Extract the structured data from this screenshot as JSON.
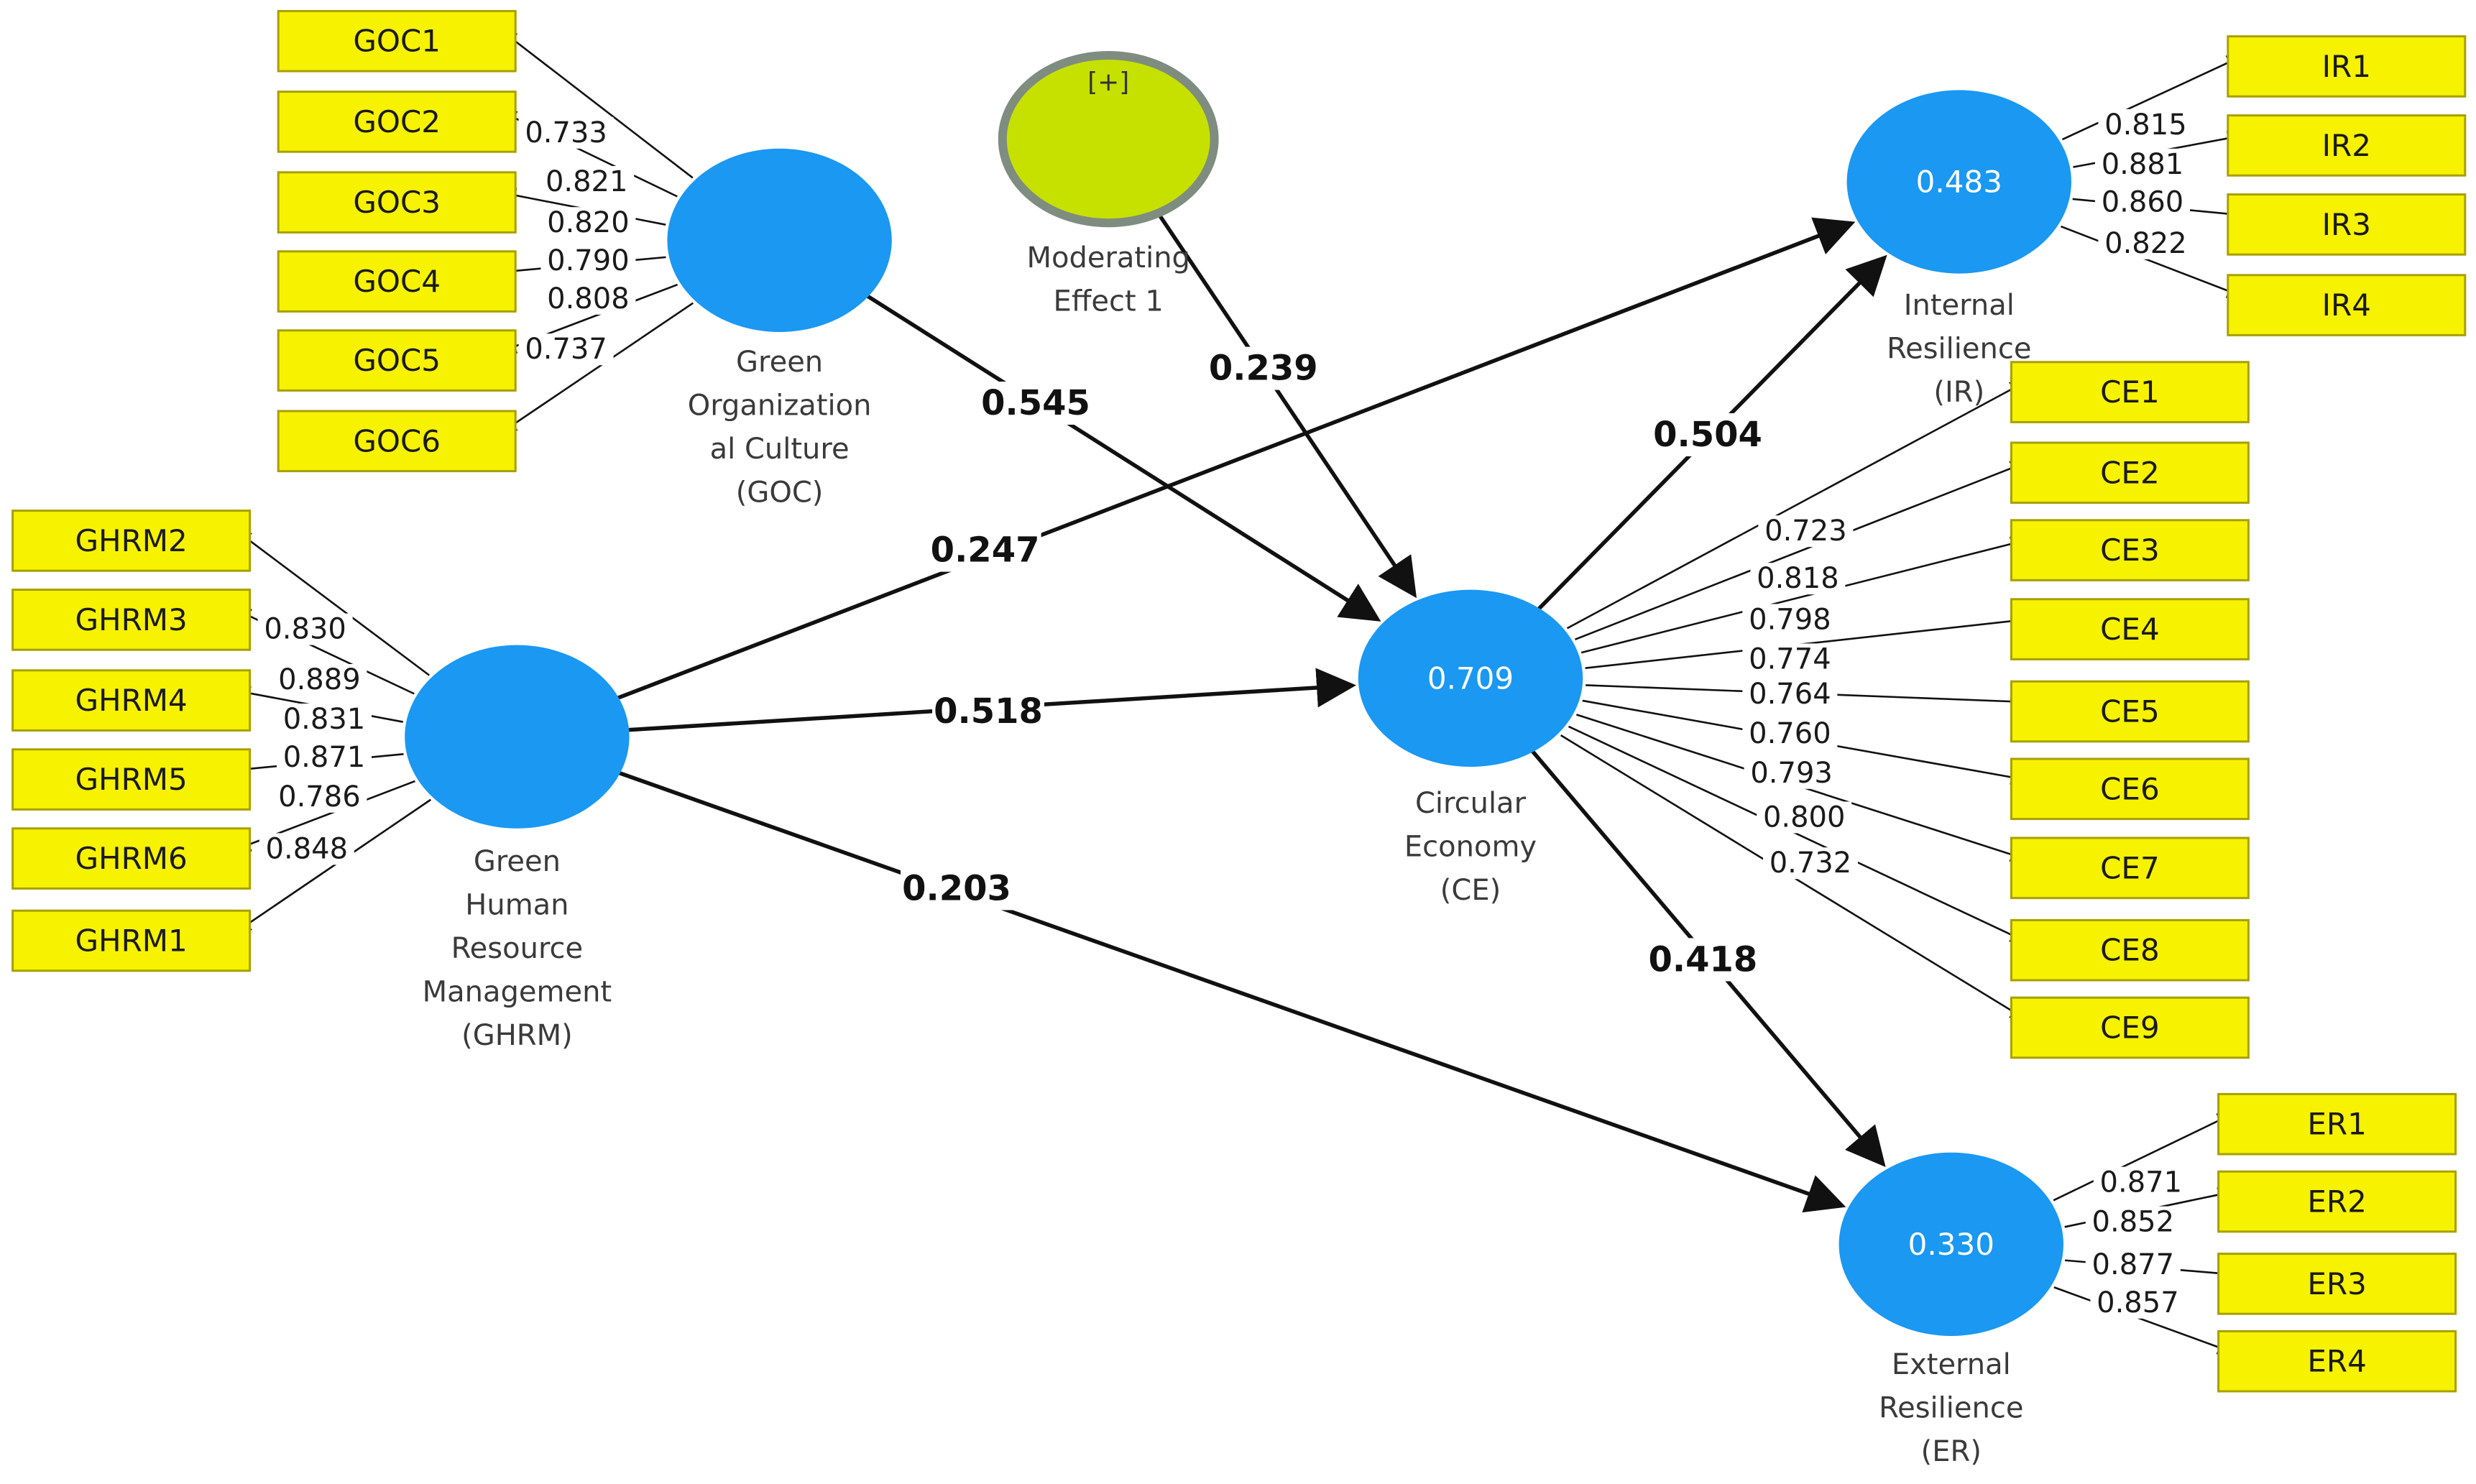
{
  "colors": {
    "construct": "#1a98f2",
    "indicator": "#f7f200",
    "indicator_border": "#a8a000",
    "moderator": "#c6e100",
    "moderator_border": "#7f8c80",
    "arrow": "#111111"
  },
  "constructs": [
    {
      "id": "GOC",
      "lines": [
        "Green",
        "Organization",
        "al Culture",
        "(GOC)"
      ],
      "r2": ""
    },
    {
      "id": "GHRM",
      "lines": [
        "Green",
        "Human",
        "Resource",
        "Management",
        "(GHRM)"
      ],
      "r2": ""
    },
    {
      "id": "CE",
      "lines": [
        "Circular",
        "Economy",
        "(CE)"
      ],
      "r2": "0.709"
    },
    {
      "id": "IR",
      "lines": [
        "Internal",
        "Resilience",
        "(IR)"
      ],
      "r2": "0.483"
    },
    {
      "id": "ER",
      "lines": [
        "External",
        "Resilience",
        "(ER)"
      ],
      "r2": "0.330"
    }
  ],
  "moderator": {
    "id": "MOD",
    "tag": "[+]",
    "lines": [
      "Moderating",
      "Effect 1"
    ]
  },
  "indicators": {
    "GOC": [
      {
        "label": "GOC1",
        "loading": "0.733"
      },
      {
        "label": "GOC2",
        "loading": "0.821"
      },
      {
        "label": "GOC3",
        "loading": "0.820"
      },
      {
        "label": "GOC4",
        "loading": "0.790"
      },
      {
        "label": "GOC5",
        "loading": "0.808"
      },
      {
        "label": "GOC6",
        "loading": "0.737"
      }
    ],
    "GHRM": [
      {
        "label": "GHRM2",
        "loading": "0.830"
      },
      {
        "label": "GHRM3",
        "loading": "0.889"
      },
      {
        "label": "GHRM4",
        "loading": "0.831"
      },
      {
        "label": "GHRM5",
        "loading": "0.871"
      },
      {
        "label": "GHRM6",
        "loading": "0.786"
      },
      {
        "label": "GHRM1",
        "loading": "0.848"
      }
    ],
    "CE": [
      {
        "label": "CE1",
        "loading": "0.723"
      },
      {
        "label": "CE2",
        "loading": "0.818"
      },
      {
        "label": "CE3",
        "loading": "0.798"
      },
      {
        "label": "CE4",
        "loading": "0.774"
      },
      {
        "label": "CE5",
        "loading": "0.764"
      },
      {
        "label": "CE6",
        "loading": "0.760"
      },
      {
        "label": "CE7",
        "loading": "0.793"
      },
      {
        "label": "CE8",
        "loading": "0.800"
      },
      {
        "label": "CE9",
        "loading": "0.732"
      }
    ],
    "IR": [
      {
        "label": "IR1",
        "loading": "0.815"
      },
      {
        "label": "IR2",
        "loading": "0.881"
      },
      {
        "label": "IR3",
        "loading": "0.860"
      },
      {
        "label": "IR4",
        "loading": "0.822"
      }
    ],
    "ER": [
      {
        "label": "ER1",
        "loading": "0.871"
      },
      {
        "label": "ER2",
        "loading": "0.852"
      },
      {
        "label": "ER3",
        "loading": "0.877"
      },
      {
        "label": "ER4",
        "loading": "0.857"
      }
    ]
  },
  "paths": [
    {
      "from": "GOC",
      "to": "CE",
      "coef": "0.545"
    },
    {
      "from": "MOD",
      "to": "CE",
      "coef": "0.239"
    },
    {
      "from": "GHRM",
      "to": "IR",
      "coef": "0.247"
    },
    {
      "from": "GHRM",
      "to": "CE",
      "coef": "0.518"
    },
    {
      "from": "GHRM",
      "to": "ER",
      "coef": "0.203"
    },
    {
      "from": "CE",
      "to": "IR",
      "coef": "0.504"
    },
    {
      "from": "CE",
      "to": "ER",
      "coef": "0.418"
    }
  ]
}
